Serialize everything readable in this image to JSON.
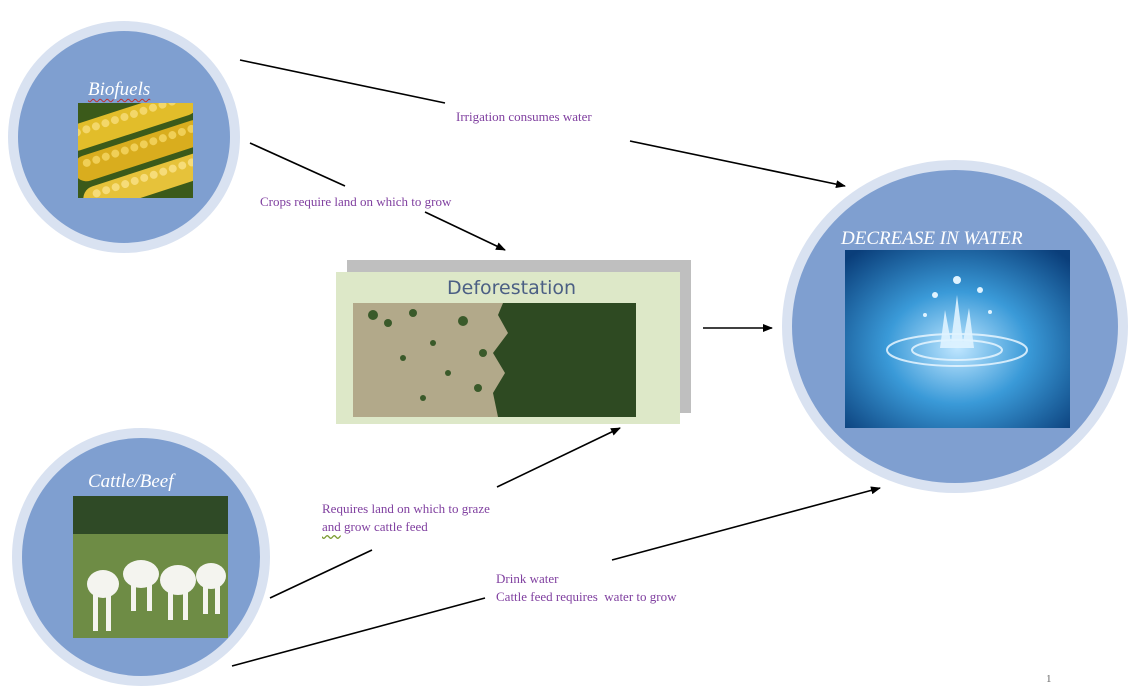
{
  "nodes": {
    "biofuels": {
      "title": "Biofuels"
    },
    "cattle": {
      "title": "Cattle/Beef"
    },
    "deforestation": {
      "title": "Deforestation"
    },
    "water": {
      "title": "DECREASE IN WATER"
    }
  },
  "edges": {
    "irrigation": "Irrigation consumes water",
    "crops_land": "Crops require land on which to grow",
    "graze_line1": "Requires land on which to graze",
    "graze_line2_word": "and",
    "graze_line2_rest": " grow cattle feed",
    "drink_line1": "Drink water",
    "drink_line2": "Cattle feed requires  water to grow"
  },
  "slide_number": "1",
  "colors": {
    "circle_fill": "#7f9fd0",
    "circle_ring": "#d9e2f1",
    "label_text": "#8040a0",
    "arrow": "#000000"
  }
}
